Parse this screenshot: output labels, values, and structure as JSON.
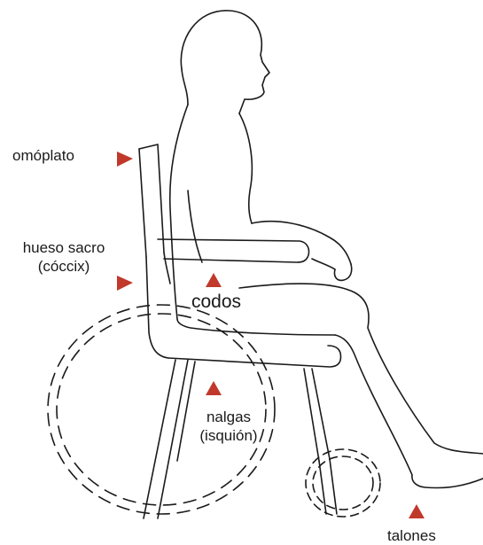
{
  "labels": {
    "omoplato": "omóplato",
    "sacro_line1": "hueso sacro",
    "sacro_line2": "(cóccix)",
    "codos": "codos",
    "nalgas_line1": "nalgas",
    "nalgas_line2": "(isquión)",
    "talones": "talones"
  },
  "colors": {
    "marker": "#c0392b",
    "outline": "#1a1a1a"
  }
}
